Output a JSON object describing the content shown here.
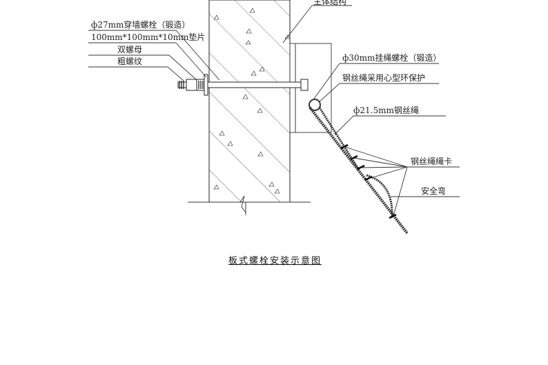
{
  "labels": {
    "main_structure": "主体结构",
    "wall_bolt": "ф27mm穿墙螺栓（锻造）",
    "washer": "100mm*100mm*10mm垫片",
    "double_nut": "双螺母",
    "coarse_thread": "粗螺纹",
    "hanging_bolt": "ф30mm挂绳螺栓（锻造）",
    "thimble": "钢丝绳采用心型环保护",
    "wire_rope": "ф21.5mm钢丝绳",
    "rope_clamp": "钢丝绳绳卡",
    "safety_bend": "安全弯"
  },
  "caption": "板式螺栓安装示意图"
}
